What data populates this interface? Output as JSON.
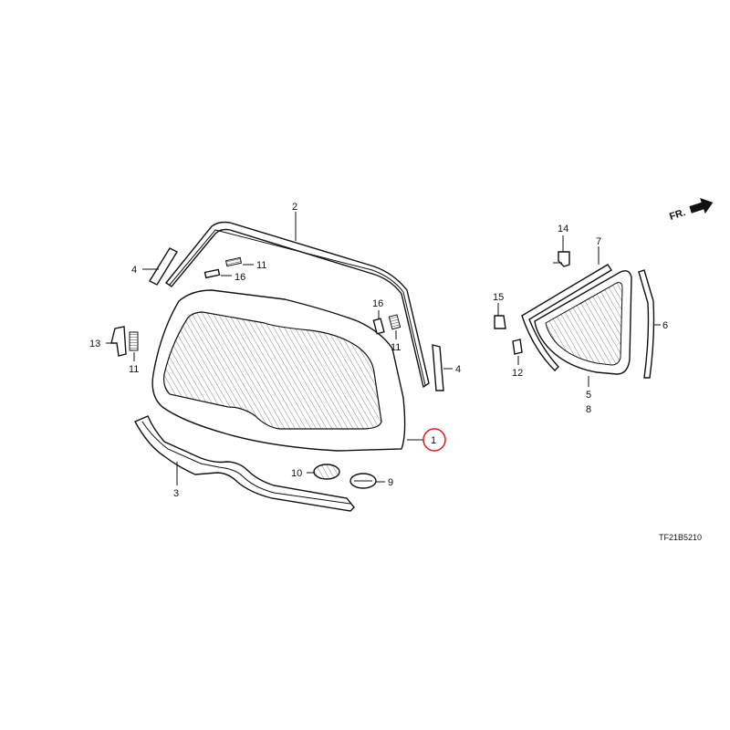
{
  "diagram_code": "TF21B5210",
  "direction_label": "FR.",
  "callouts": {
    "c1": "1",
    "c2": "2",
    "c3": "3",
    "c4a": "4",
    "c4b": "4",
    "c5": "5",
    "c6": "6",
    "c7": "7",
    "c8": "8",
    "c9": "9",
    "c10": "10",
    "c11a": "11",
    "c11b": "11",
    "c11c": "11",
    "c12": "12",
    "c13": "13",
    "c14": "14",
    "c15": "15",
    "c16a": "16",
    "c16b": "16"
  },
  "highlight_color": "#d62828"
}
